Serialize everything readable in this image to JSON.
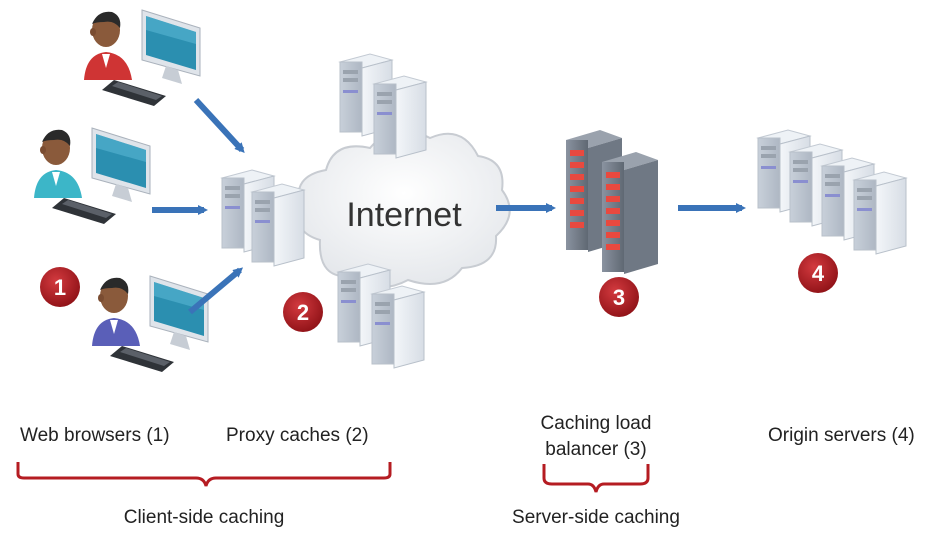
{
  "diagram": {
    "cloud_label": "Internet",
    "badges": [
      "1",
      "2",
      "3",
      "4"
    ],
    "labels": {
      "web_browsers": "Web browsers (1)",
      "proxy_caches": "Proxy caches (2)",
      "caching_load_balancer_line1": "Caching load",
      "caching_load_balancer_line2": "balancer (3)",
      "origin_servers": "Origin servers (4)",
      "client_side_caching": "Client-side caching",
      "server_side_caching": "Server-side caching"
    },
    "colors": {
      "arrow": "#3a73b8",
      "badge": "#a3161b",
      "bracket": "#b51c22",
      "server_light": "#e6ebf1",
      "server_dark": "#6b7480",
      "rack_led": "#e8493f"
    }
  }
}
